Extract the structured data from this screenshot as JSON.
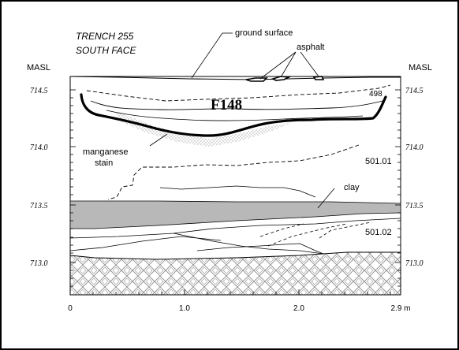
{
  "title": {
    "line1": "TRENCH 255",
    "line2": "SOUTH FACE"
  },
  "axes": {
    "y_label_left": "MASL",
    "y_label_right": "MASL",
    "y_ticks": [
      "714.5",
      "714.0",
      "713.5",
      "713.0"
    ],
    "x_ticks": [
      "0",
      "1.0",
      "2.0",
      "2.9 m"
    ]
  },
  "labels": {
    "ground_surface": "ground surface",
    "asphalt": "asphalt",
    "feature": "F148",
    "layer_498": "498",
    "manganese_line1": "manganese",
    "manganese_line2": "stain",
    "layer_501_01": "501.01",
    "clay": "clay",
    "layer_501_02": "501.02"
  },
  "colors": {
    "clay_fill": "#b8b8b8",
    "stipple": "#555555",
    "crosshatch": "#9a9a9a",
    "line": "#000000",
    "frame": "#000000"
  }
}
